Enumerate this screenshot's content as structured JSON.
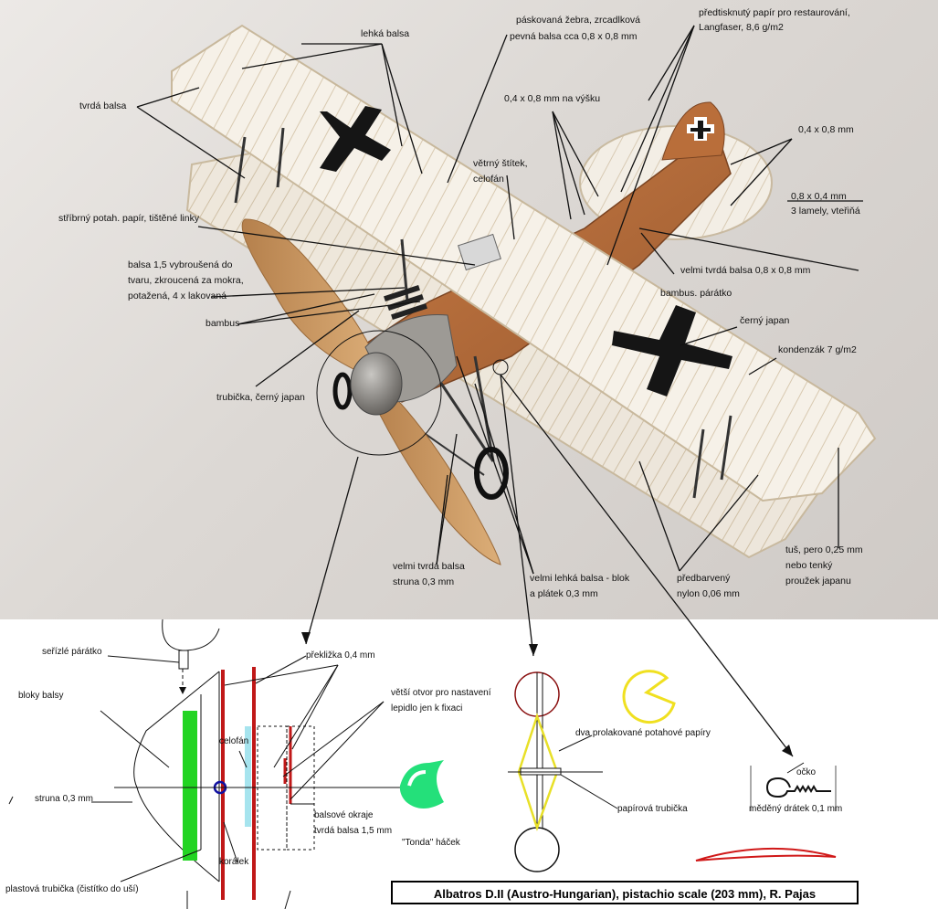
{
  "labels": {
    "lehka_balsa": "lehká balsa",
    "tvrda_balsa": "tvrdá balsa",
    "paskovana_1": "páskovaná žebra, zrcadlková",
    "paskovana_2": "pevná  balsa cca 0,8 x 0,8 mm",
    "predtisk_1": "předtisknutý papír pro restaurování,",
    "predtisk_2": "Langfaser, 8,6 g/m2",
    "vysku": "0,4 x 0,8  mm na výšku",
    "ostroh_08": "0,4 x 0,8 mm",
    "vetrny_1": "větrný štítek,",
    "vetrny_2": "celofán",
    "lamely_1": "0,8 x 0,4 mm",
    "lamely_2": "3 lamely, vteřiňá",
    "stribrny": "stříbrný potah. papír, tištěné linky",
    "vrtule_1": "balsa 1,5 vybroušená do",
    "vrtule_2": "tvaru, zkroucená za mokra,",
    "vrtule_3": "potažená, 4 x lakovaná",
    "velmi_tvrda_1": "velmi tvrdá balsa 0,8 x 0,8 mm",
    "bambus_paratko": "bambus. párátko",
    "bambus": "bambus",
    "cerny_japan": "černý japan",
    "kondenzak": "kondenzák 7 g/m2",
    "trubicka": "trubička, černý japan",
    "tus_1": "tuš, pero 0,25 mm",
    "tus_2": "nebo tenký",
    "tus_3": "proužek japanu",
    "struna_1": "velmi tvrdá balsa",
    "struna_2": "struna 0,3 mm",
    "lehka_blok_1": "velmi lehká balsa - blok",
    "lehka_blok_2": "a plátek 0,3 mm",
    "nylon_1": "předbarvený",
    "nylon_2": "nylon 0,06 mm",
    "serizle": "seřízlé párátko",
    "bloky": "bloky balsy",
    "preklizka": "překližka 0,4 mm",
    "otvor_1": "větší otvor pro nastavení",
    "otvor_2": "lepidlo jen k fixaci",
    "celofan": "celofán",
    "struna_03": "struna 0,3 mm",
    "okraje_1": "balsové okraje",
    "okraje_2": "tvrdá balsa 1,5 mm",
    "koralek": "korálek",
    "hacek": "\"Tonda\" háček",
    "trubicka_plast": "plastová trubička (čistítko do uší)",
    "dva_papiry": "dva prolakované potahové papíry",
    "papirova": "papírová trubička",
    "ocko": "očko",
    "medeny": "měděný drátek 0,1 mm"
  },
  "title": "Albatros D.II (Austro-Hungarian), pistachio scale (203 mm), R. Pajas",
  "colors": {
    "wing": "#f4efe6",
    "rib": "#d9cbb4",
    "fuselage": "#b5703f",
    "cross": "#151515",
    "propeller": "#c9925a",
    "spinner": "#8d8a86",
    "green": "#22d422",
    "red_line": "#c01818",
    "yellow": "#f0e020",
    "blue": "#1010a0",
    "cyan": "#a6e4ee"
  }
}
